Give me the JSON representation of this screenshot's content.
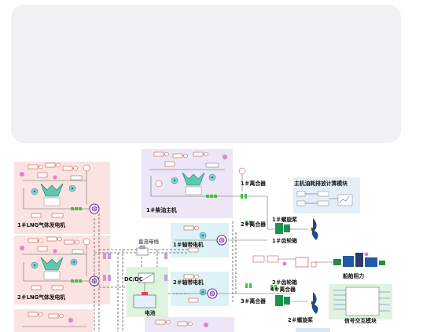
{
  "placeholder": {
    "color": "#f1f1f3"
  },
  "colors": {
    "lng_panel": "#fbe3e1",
    "diesel_panel": "#ece6f6",
    "shaft_panel": "#dcf2f7",
    "battery_panel": "#ddf4df",
    "calc_panel": "#e3eef8",
    "signal_panel": "#e0f3e2",
    "clutch": "#3fbf3f",
    "propeller": "#1a4c8c",
    "load": "#1e5aa8"
  },
  "labels": {
    "lng1": "1＃LNG气体发电机",
    "lng2": "2＃LNG气体发电机",
    "diesel": "1＃柴油主机",
    "dc_bus": "直流母线",
    "dcdc": "DC/DC",
    "battery": "电池",
    "shaft1": "1＃轴带电机",
    "shaft2": "2＃轴带电机",
    "clutch1": "1＃离合器",
    "clutch2": "2＃离合器",
    "clutch3": "3＃离合器",
    "clutch4": "4＃离合器",
    "gearbox1": "1＃齿轮箱",
    "gearbox2": "2＃齿轮箱",
    "prop1": "1＃螺旋桨",
    "prop2": "2＃螺旋桨",
    "calc_module": "主机油耗排放计算模块",
    "ship_resistance": "船舶阻力",
    "signal_module": "信号交互模块"
  }
}
